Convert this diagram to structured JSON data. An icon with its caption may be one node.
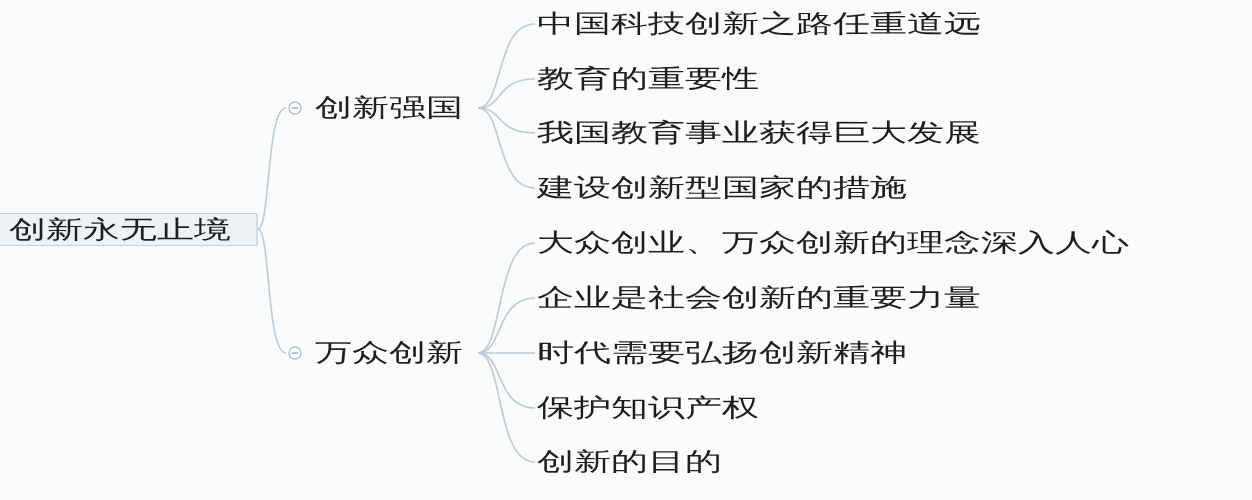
{
  "diagram": {
    "nodes": [
      {
        "text": [
          "创新永无止境"
        ]
      },
      {
        "text": [
          "创新强国"
        ]
      },
      {
        "text": [
          "中国科技创新之路任重道远"
        ]
      },
      {
        "text": [
          "教育的重要性"
        ]
      },
      {
        "text": [
          "我国教育事业获得巨大发展"
        ]
      },
      {
        "text": [
          "建设创新型国家的措施"
        ]
      },
      {
        "text": [
          "万众创新"
        ]
      },
      {
        "text": [
          "大众创业、万众创新的理念深入人心"
        ]
      },
      {
        "text": [
          "企业是社会创新的重要力量"
        ]
      },
      {
        "text": [
          "时代需要弘扬创新精神"
        ]
      },
      {
        "text": [
          "保护知识产权"
        ]
      },
      {
        "text": [
          "创新的目的"
        ]
      }
    ],
    "edges": [
      {
        "from": 0,
        "to": 1,
        "arrow": "none"
      },
      {
        "from": 1,
        "to": 2,
        "arrow": "none"
      },
      {
        "from": 1,
        "to": 3,
        "arrow": "none"
      },
      {
        "from": 1,
        "to": 4,
        "arrow": "none"
      },
      {
        "from": 1,
        "to": 5,
        "arrow": "none"
      },
      {
        "from": 0,
        "to": 6,
        "arrow": "none"
      },
      {
        "from": 6,
        "to": 7,
        "arrow": "none"
      },
      {
        "from": 6,
        "to": 8,
        "arrow": "none"
      },
      {
        "from": 6,
        "to": 9,
        "arrow": "none"
      },
      {
        "from": 6,
        "to": 10,
        "arrow": "none"
      },
      {
        "from": 6,
        "to": 11,
        "arrow": "none"
      }
    ]
  }
}
